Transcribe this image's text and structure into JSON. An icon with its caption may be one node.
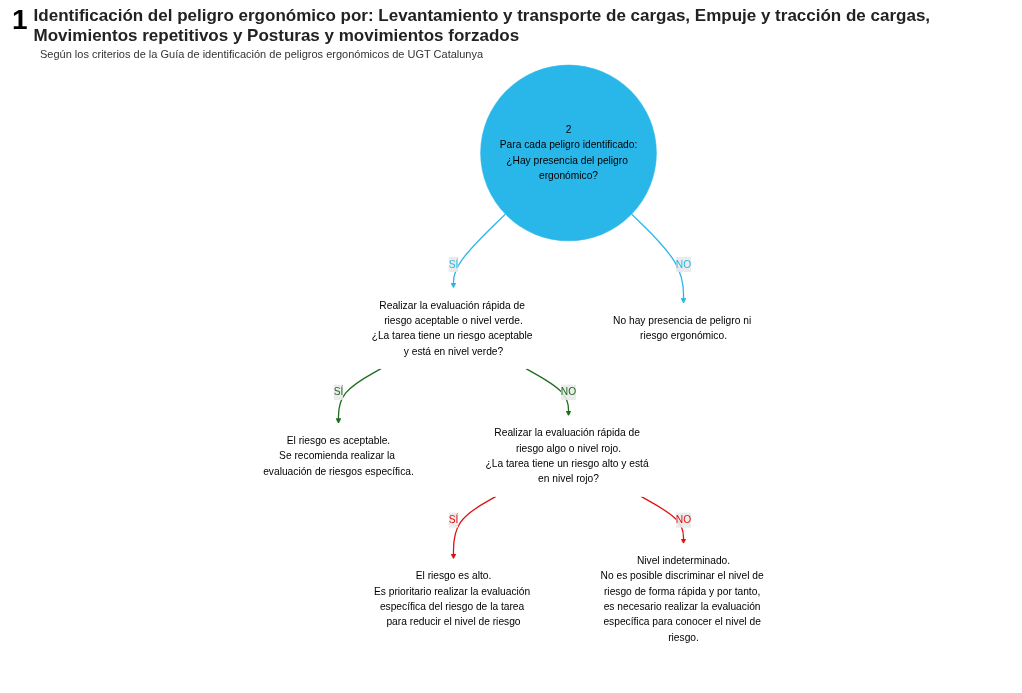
{
  "diagram": {
    "title": "Identificación del peligro ergonómico por: Levantamiento y transporte de cargas, Empuje y tracción de cargas, Movimientos repetitivos y Posturas y movimientos forzados",
    "nodes": [
      {
        "text": [
          "2",
          "Para cada peligro identificado:",
          "¿Hay presencia del peligro ergonómico?"
        ]
      },
      {
        "text": [
          "Realizar la evaluación rápida de riesgo aceptable o nivel verde.",
          "¿La tarea tiene un riesgo aceptable y está en nivel verde?"
        ]
      },
      {
        "text": [
          "No hay presencia de peligro ni riesgo ergonómico."
        ]
      },
      {
        "text": [
          "El riesgo es aceptable.",
          "Se recomienda realizar la evaluación de riesgos específica."
        ]
      },
      {
        "text": [
          "Realizar la evaluación rápida de riesgo algo o nivel rojo.",
          "¿La tarea tiene un riesgo alto y está en nivel rojo?"
        ]
      },
      {
        "text": [
          "El riesgo es alto.",
          "Es prioritario realizar la evaluación específica del riesgo de la tarea para reducir el nivel de riesgo"
        ]
      },
      {
        "text": [
          "Nivel indeterminado.",
          "No es posible discriminar el nivel de riesgo de forma rápida y por tanto, es necesario realizar la evaluación específica para conocer el nivel de riesgo."
        ]
      }
    ],
    "edges": [
      {
        "from": 0,
        "to": 1,
        "arrow": "to",
        "label": "SÍ",
        "color": "#29b6e8"
      },
      {
        "from": 0,
        "to": 2,
        "arrow": "to",
        "label": "NO",
        "color": "#29b6e8"
      },
      {
        "from": 1,
        "to": 3,
        "arrow": "to",
        "label": "SÍ",
        "color": "#1e6b1e"
      },
      {
        "from": 1,
        "to": 4,
        "arrow": "to",
        "label": "NO",
        "color": "#1e6b1e"
      },
      {
        "from": 4,
        "to": 5,
        "arrow": "to",
        "label": "SÍ",
        "color": "#e01010"
      },
      {
        "from": 4,
        "to": 6,
        "arrow": "to",
        "label": "NO",
        "color": "#e01010"
      }
    ],
    "labels": [
      "1",
      "Según los criterios de la Guía de identificación de peligros ergonómicos de UGT Catalunya"
    ]
  }
}
